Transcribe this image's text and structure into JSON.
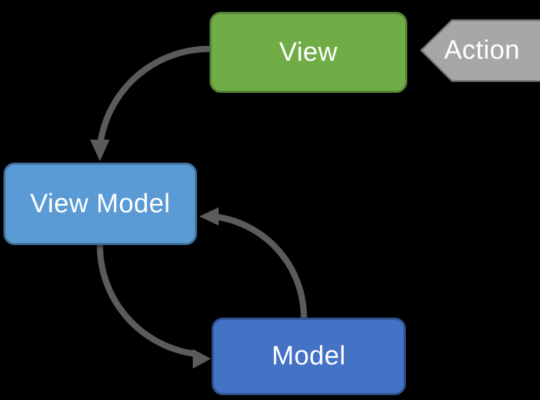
{
  "diagram": {
    "background_color": "#000000",
    "connector_color": "#5B5B5B",
    "nodes": {
      "view": {
        "label": "View",
        "fill": "#70AD47",
        "border": "#548235",
        "text_color": "#FFFFFF"
      },
      "view_model": {
        "label": "View Model",
        "fill": "#5B9BD5",
        "border": "#41719C",
        "text_color": "#FFFFFF"
      },
      "model": {
        "label": "Model",
        "fill": "#4472C4",
        "border": "#2F528F",
        "text_color": "#FFFFFF"
      }
    },
    "action": {
      "label": "Action",
      "fill": "#A9A6A6",
      "border": "#7B7878",
      "text_color": "#FFFFFF",
      "points_direction": "left"
    },
    "edges": [
      {
        "from": "view",
        "to": "view_model",
        "style": "curved-arrow"
      },
      {
        "from": "view_model",
        "to": "model",
        "style": "curved-arrow"
      },
      {
        "from": "model",
        "to": "view_model",
        "style": "curved-arrow"
      }
    ]
  }
}
